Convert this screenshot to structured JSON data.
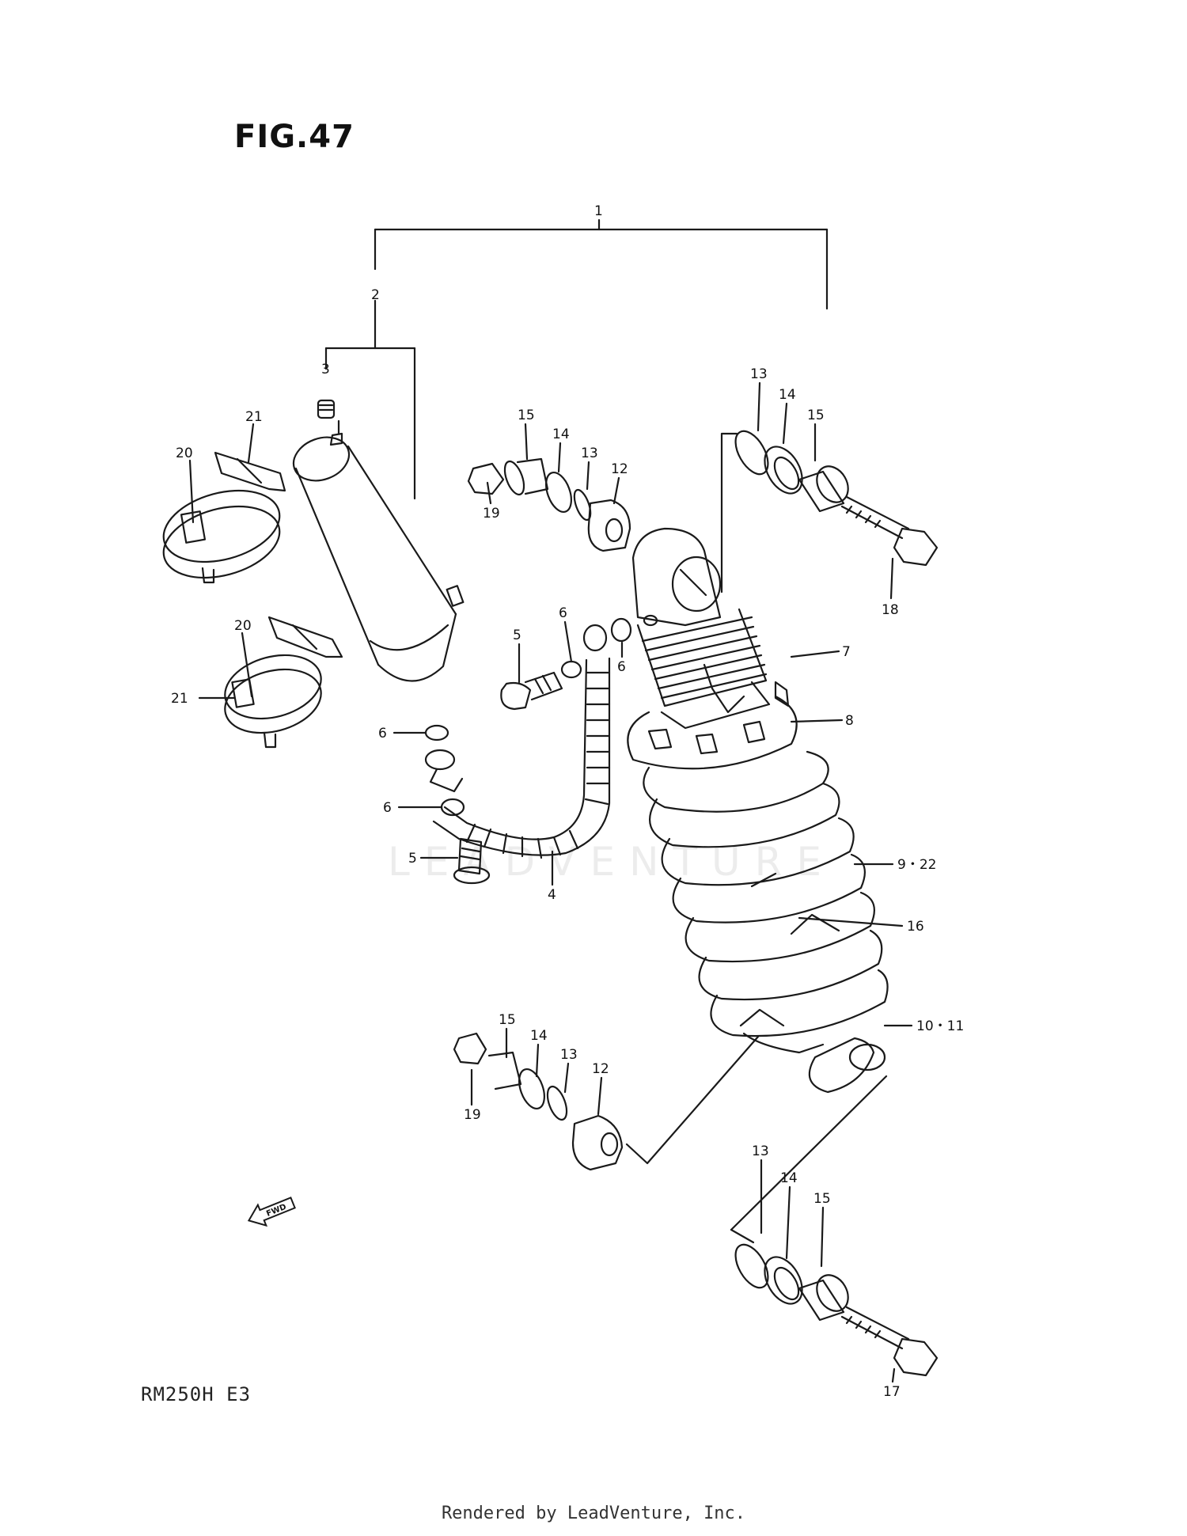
{
  "figure": {
    "title": "FIG.47",
    "model_code": "RM250H E3"
  },
  "footer": {
    "text": "Rendered by LeadVenture, Inc."
  },
  "watermark": {
    "text": "LEADVENTURE"
  },
  "direction_marker": {
    "text": "FWD"
  },
  "callouts": [
    {
      "key": "c1",
      "text": "1"
    },
    {
      "key": "c2",
      "text": "2"
    },
    {
      "key": "c3",
      "text": "3"
    },
    {
      "key": "c4",
      "text": "4"
    },
    {
      "key": "c5a",
      "text": "5"
    },
    {
      "key": "c5b",
      "text": "5"
    },
    {
      "key": "c6a",
      "text": "6"
    },
    {
      "key": "c6b",
      "text": "6"
    },
    {
      "key": "c6c",
      "text": "6"
    },
    {
      "key": "c6d",
      "text": "6"
    },
    {
      "key": "c7",
      "text": "7"
    },
    {
      "key": "c8",
      "text": "8"
    },
    {
      "key": "c9",
      "text": "9・22"
    },
    {
      "key": "c10",
      "text": "10・11"
    },
    {
      "key": "c12a",
      "text": "12"
    },
    {
      "key": "c12b",
      "text": "12"
    },
    {
      "key": "c13a",
      "text": "13"
    },
    {
      "key": "c13b",
      "text": "13"
    },
    {
      "key": "c13c",
      "text": "13"
    },
    {
      "key": "c13d",
      "text": "13"
    },
    {
      "key": "c14a",
      "text": "14"
    },
    {
      "key": "c14b",
      "text": "14"
    },
    {
      "key": "c14c",
      "text": "14"
    },
    {
      "key": "c14d",
      "text": "14"
    },
    {
      "key": "c15a",
      "text": "15"
    },
    {
      "key": "c15b",
      "text": "15"
    },
    {
      "key": "c15c",
      "text": "15"
    },
    {
      "key": "c15d",
      "text": "15"
    },
    {
      "key": "c16",
      "text": "16"
    },
    {
      "key": "c17",
      "text": "17"
    },
    {
      "key": "c18",
      "text": "18"
    },
    {
      "key": "c19a",
      "text": "19"
    },
    {
      "key": "c19b",
      "text": "19"
    },
    {
      "key": "c20a",
      "text": "20"
    },
    {
      "key": "c20b",
      "text": "20"
    },
    {
      "key": "c21a",
      "text": "21"
    },
    {
      "key": "c21b",
      "text": "21"
    }
  ]
}
